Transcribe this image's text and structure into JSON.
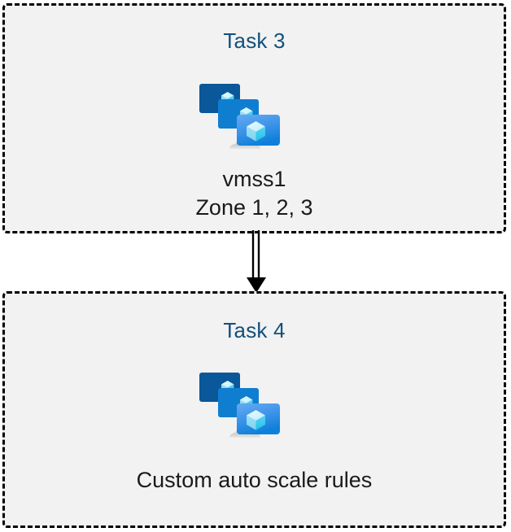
{
  "diagram": {
    "title_color": "#12507e",
    "caption_color": "#1a1a1a",
    "box_fill": "#f2f2f2",
    "box_border_color": "#000000",
    "canvas_background": "#ffffff",
    "boxes": [
      {
        "id": "task-3",
        "title": "Task 3",
        "caption": "vmss1\nZone 1, 2, 3",
        "icon": "vmss-virtual-machine-scale-set-icon"
      },
      {
        "id": "task-4",
        "title": "Task 4",
        "caption": "Custom auto scale rules",
        "icon": "vmss-virtual-machine-scale-set-icon"
      }
    ],
    "connector": {
      "name": "double-line-down-arrow",
      "from": "task-3",
      "to": "task-4",
      "color": "#000000"
    },
    "icon_palette": {
      "screen_back": "#0a5799",
      "screen_middle": "#0f7ed0",
      "screen_front_top": "#5ea5ef",
      "screen_front_bottom": "#0f86df",
      "cube_light": "#d5f2fb",
      "cube_mid": "#9ce0f6",
      "cube_dark": "#2fcdf0",
      "stand": "#bcbcbc"
    }
  }
}
